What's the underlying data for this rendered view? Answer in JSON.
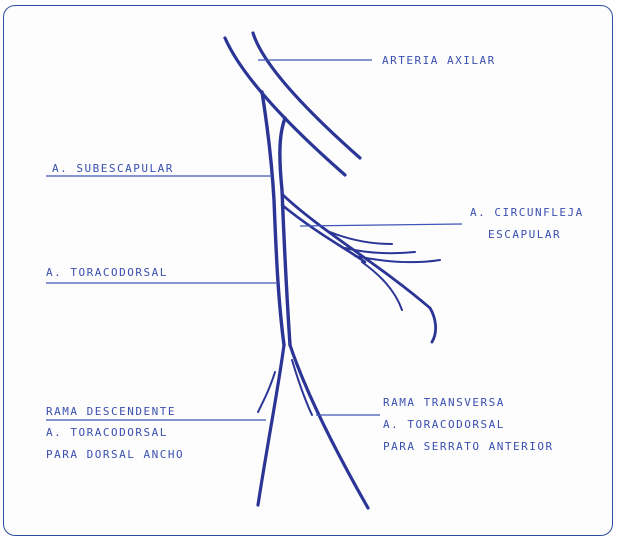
{
  "labels": {
    "arteria_axilar": "ARTERIA AXILAR",
    "subescapular": "A. SUBESCAPULAR",
    "circunfleja_1": "A. CIRCUNFLEJA",
    "circunfleja_2": "ESCAPULAR",
    "toracodorsal": "A. TORACODORSAL",
    "rama_desc_1": "RAMA DESCENDENTE",
    "rama_desc_2": "A. TORACODORSAL",
    "rama_desc_3": "PARA DORSAL ANCHO",
    "rama_trans_1": "RAMA TRANSVERSA",
    "rama_trans_2": "A. TORACODORSAL",
    "rama_trans_3": "PARA SERRATO ANTERIOR"
  },
  "colors": {
    "ink": "#2b3596",
    "text": "#3a4fb0",
    "frame": "#2c4d9e"
  }
}
